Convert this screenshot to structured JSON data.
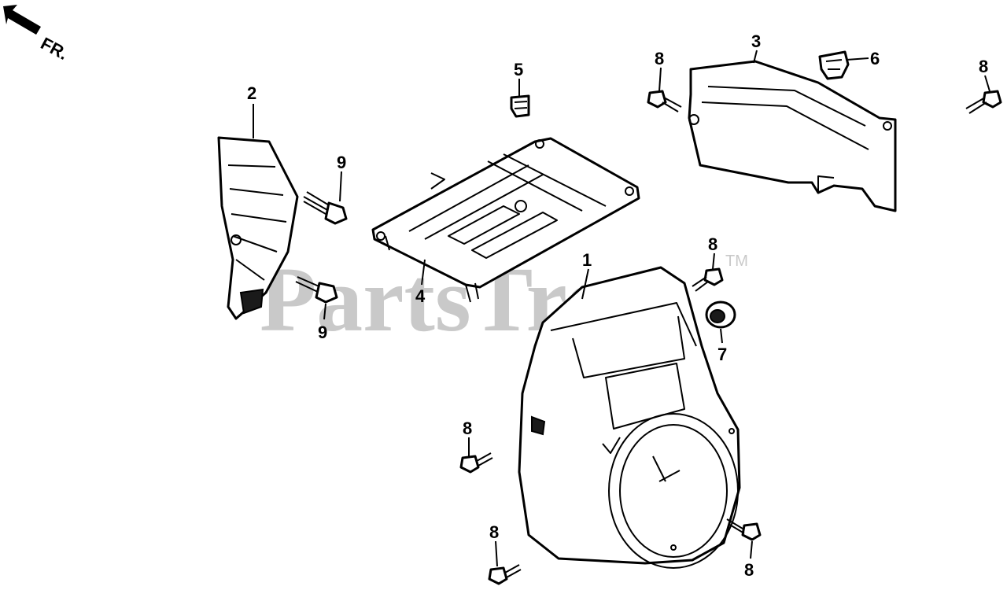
{
  "watermark": {
    "text": "PartsTree",
    "trademark": "TM"
  },
  "direction_marker": {
    "label": "FR."
  },
  "callouts": [
    {
      "id": "c1",
      "label": "1"
    },
    {
      "id": "c2",
      "label": "2"
    },
    {
      "id": "c3",
      "label": "3"
    },
    {
      "id": "c4",
      "label": "4"
    },
    {
      "id": "c5",
      "label": "5"
    },
    {
      "id": "c6",
      "label": "6"
    },
    {
      "id": "c7",
      "label": "7"
    },
    {
      "id": "c8a",
      "label": "8"
    },
    {
      "id": "c8b",
      "label": "8"
    },
    {
      "id": "c8c",
      "label": "8"
    },
    {
      "id": "c8d",
      "label": "8"
    },
    {
      "id": "c8e",
      "label": "8"
    },
    {
      "id": "c8f",
      "label": "8"
    },
    {
      "id": "c9a",
      "label": "9"
    },
    {
      "id": "c9b",
      "label": "9"
    }
  ]
}
